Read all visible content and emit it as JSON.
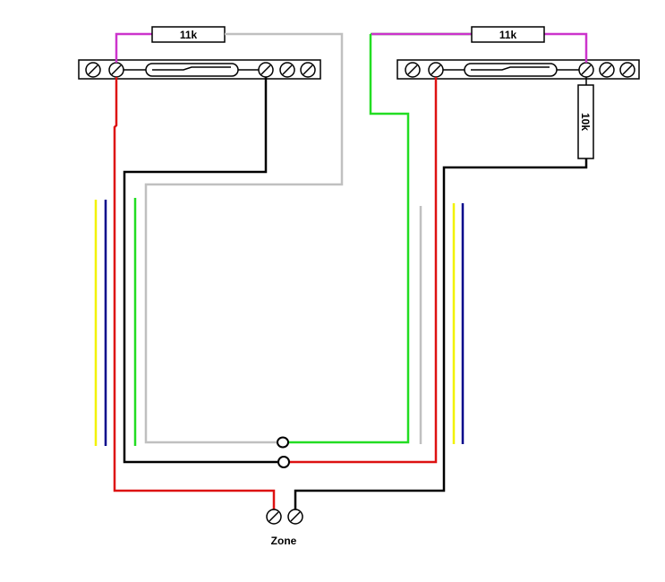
{
  "colors": {
    "red": "#dd1111",
    "black": "#000000",
    "grey": "#c0c0c0",
    "green": "#22dd22",
    "magenta": "#cc33cc",
    "yellow": "#f2f200",
    "blue": "#00008b"
  },
  "resistors": {
    "left_top": "11k",
    "right_top": "11k",
    "right_side": "10k"
  },
  "labels": {
    "zone": "Zone"
  }
}
